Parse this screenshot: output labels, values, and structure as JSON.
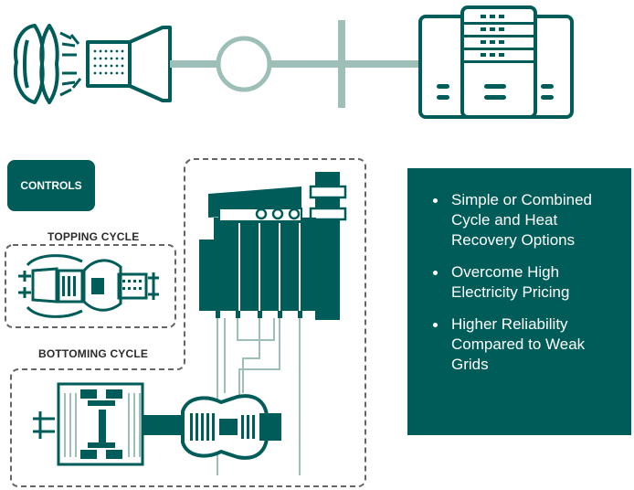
{
  "controls_label": "CONTROLS",
  "topping_label": "TOPPING CYCLE",
  "bottoming_label": "BOTTOMING CYCLE",
  "bullets": [
    "Simple or Combined Cycle and Heat Recovery Options",
    "Overcome High Electricity Pricing",
    "Higher Reliability Compared to Weak Grids"
  ],
  "colors": {
    "teal_dark": "#005c59",
    "teal_line": "#9dbfb8",
    "dash_gray": "#666666"
  },
  "icons": [
    "gas-turbine-icon",
    "generator-icon",
    "power-line-icon",
    "data-center-icon",
    "heat-recovery-boiler-icon",
    "steam-turbine-icon"
  ]
}
